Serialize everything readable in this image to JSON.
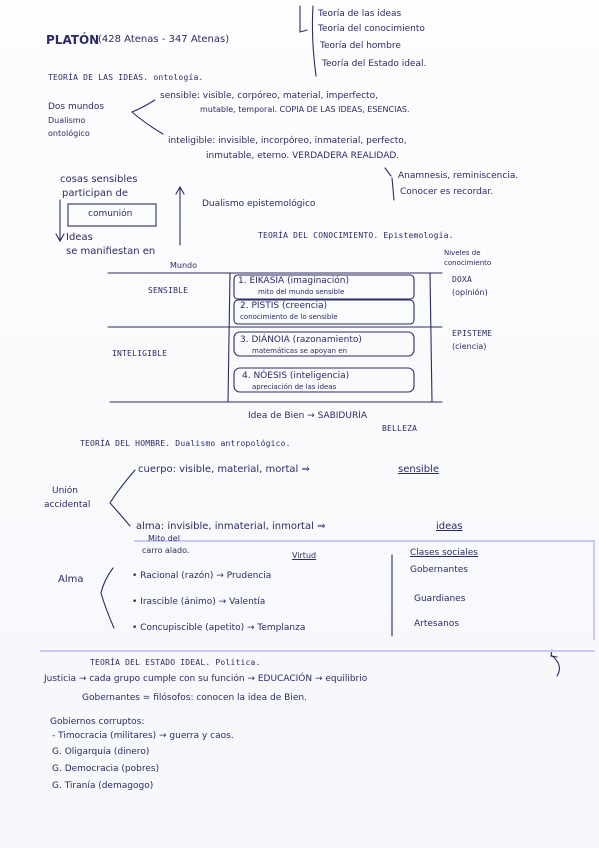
{
  "header": {
    "author": "PLATÓN",
    "dates": "(428 Atenas - 347 Atenas)",
    "topics": [
      "Teoría de las ideas",
      "Teoría del conocimiento",
      "Teoría del hombre",
      "Teoría del Estado ideal."
    ]
  },
  "ideas": {
    "heading": "TEORÍA DE LAS IDEAS. ontología.",
    "dualismo_label": [
      "Dos mundos",
      "Dualismo",
      "ontológico"
    ],
    "sensible_line1": "sensible: visible, corpóreo, material, imperfecto,",
    "sensible_line2": "mutable, temporal. COPIA DE LAS IDEAS, ESENCIAS.",
    "inteligible_line1": "inteligible: invisible, incorpóreo, inmaterial, perfecto,",
    "inteligible_line2": "inmutable, eterno. VERDADERA REALIDAD.",
    "cosas_line1": "cosas sensibles",
    "cosas_line2": "participan de",
    "comunion": "comunión",
    "ideas_line1": "Ideas",
    "ideas_line2": "se manifiestan en",
    "anamnesis_line1": "Anamnesis, reminiscencia.",
    "anamnesis_line2": "Conocer es recordar.",
    "dualismo_epist": "Dualismo epistemológico"
  },
  "knowledge": {
    "heading": "TEORÍA DEL CONOCIMIENTO. Epistemología.",
    "mundo_header": "Mundo",
    "niveles_header": [
      "Niveles de",
      "conocimiento"
    ],
    "sensible": "SENSIBLE",
    "inteligible": "INTELIGIBLE",
    "levels": [
      {
        "title": "1. EIKASÍA (imaginación)",
        "note": "mito del mundo sensible"
      },
      {
        "title": "2. PÍSTIS (creencia)",
        "note": "conocimiento de lo sensible"
      },
      {
        "title": "3. DIÁNOIA (razonamiento)",
        "note": "matemáticas se apoyan en"
      },
      {
        "title": "4. NÓESIS (inteligencia)",
        "note": "apreciación de las ideas"
      }
    ],
    "doxa_line1": "DOXA",
    "doxa_line2": "(opinión)",
    "episteme_line1": "EPISTEME",
    "episteme_line2": "(ciencia)",
    "idea_bien": "Idea de Bien → SABIDURÍA",
    "belleza": "BELLEZA"
  },
  "man": {
    "heading": "TEORÍA DEL HOMBRE. Dualismo antropológico.",
    "union_line1": "Unión",
    "union_line2": "accidental",
    "cuerpo_text": "cuerpo: visible, material, mortal ⇒",
    "cuerpo_tag": "sensible",
    "alma_text": "alma: invisible, inmaterial, inmortal ⇒",
    "alma_tag": "ideas",
    "mito_line1": "Mito del",
    "mito_line2": "carro alado.",
    "virtud_header": "Virtud",
    "clases_header": "Clases sociales",
    "alma_label": "Alma",
    "parts": [
      {
        "part": "• Racional (razón) → Prudencia",
        "clase": "Gobernantes"
      },
      {
        "part": "• Irascible (ánimo) → Valentía",
        "clase": "Guardianes"
      },
      {
        "part": "• Concupiscible (apetito) → Templanza",
        "clase": "Artesanos"
      }
    ]
  },
  "state": {
    "heading": "TEORÍA DEL ESTADO IDEAL. Política.",
    "justicia": "Justicia → cada grupo cumple con su función → EDUCACIÓN → equilibrio",
    "gobernantes": "Gobernantes = filósofos: conocen la idea de Bien.",
    "corruptos_heading": "Gobiernos corruptos:",
    "corruptos": [
      "- Timocracia (militares) → guerra y caos.",
      "G. Oligarquía (dinero)",
      "G. Democracia (pobres)",
      "G. Tiranía (demagogo)"
    ]
  },
  "colors": {
    "ink": "#2b2b63",
    "highlight": "#c9c9f7"
  }
}
